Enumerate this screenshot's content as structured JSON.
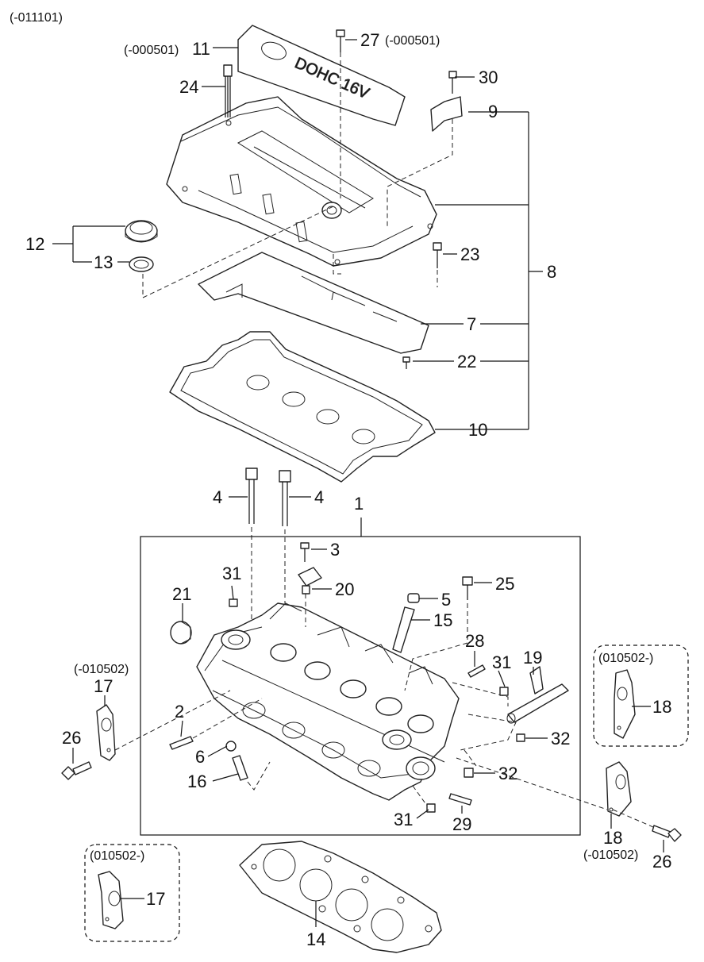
{
  "header_note": "(-011101)",
  "notes": {
    "n11": "(-000501)",
    "n27": "(-000501)",
    "n17a": "(-010502)",
    "n17b": "(010502-)",
    "n18a": "(010502-)",
    "n18b": "(-010502)"
  },
  "cover_text": "DOHC 16V",
  "labels": {
    "p1": "1",
    "p2": "2",
    "p3": "3",
    "p4a": "4",
    "p4b": "4",
    "p5": "5",
    "p6": "6",
    "p7": "7",
    "p8": "8",
    "p9": "9",
    "p10": "10",
    "p11": "11",
    "p12": "12",
    "p13": "13",
    "p14": "14",
    "p15": "15",
    "p16": "16",
    "p17a": "17",
    "p17b": "17",
    "p18a": "18",
    "p18b": "18",
    "p19": "19",
    "p20": "20",
    "p21": "21",
    "p22": "22",
    "p23": "23",
    "p24": "24",
    "p25": "25",
    "p26a": "26",
    "p26b": "26",
    "p27": "27",
    "p28": "28",
    "p29": "29",
    "p30": "30",
    "p31a": "31",
    "p31b": "31",
    "p31c": "31",
    "p32a": "32",
    "p32b": "32"
  }
}
